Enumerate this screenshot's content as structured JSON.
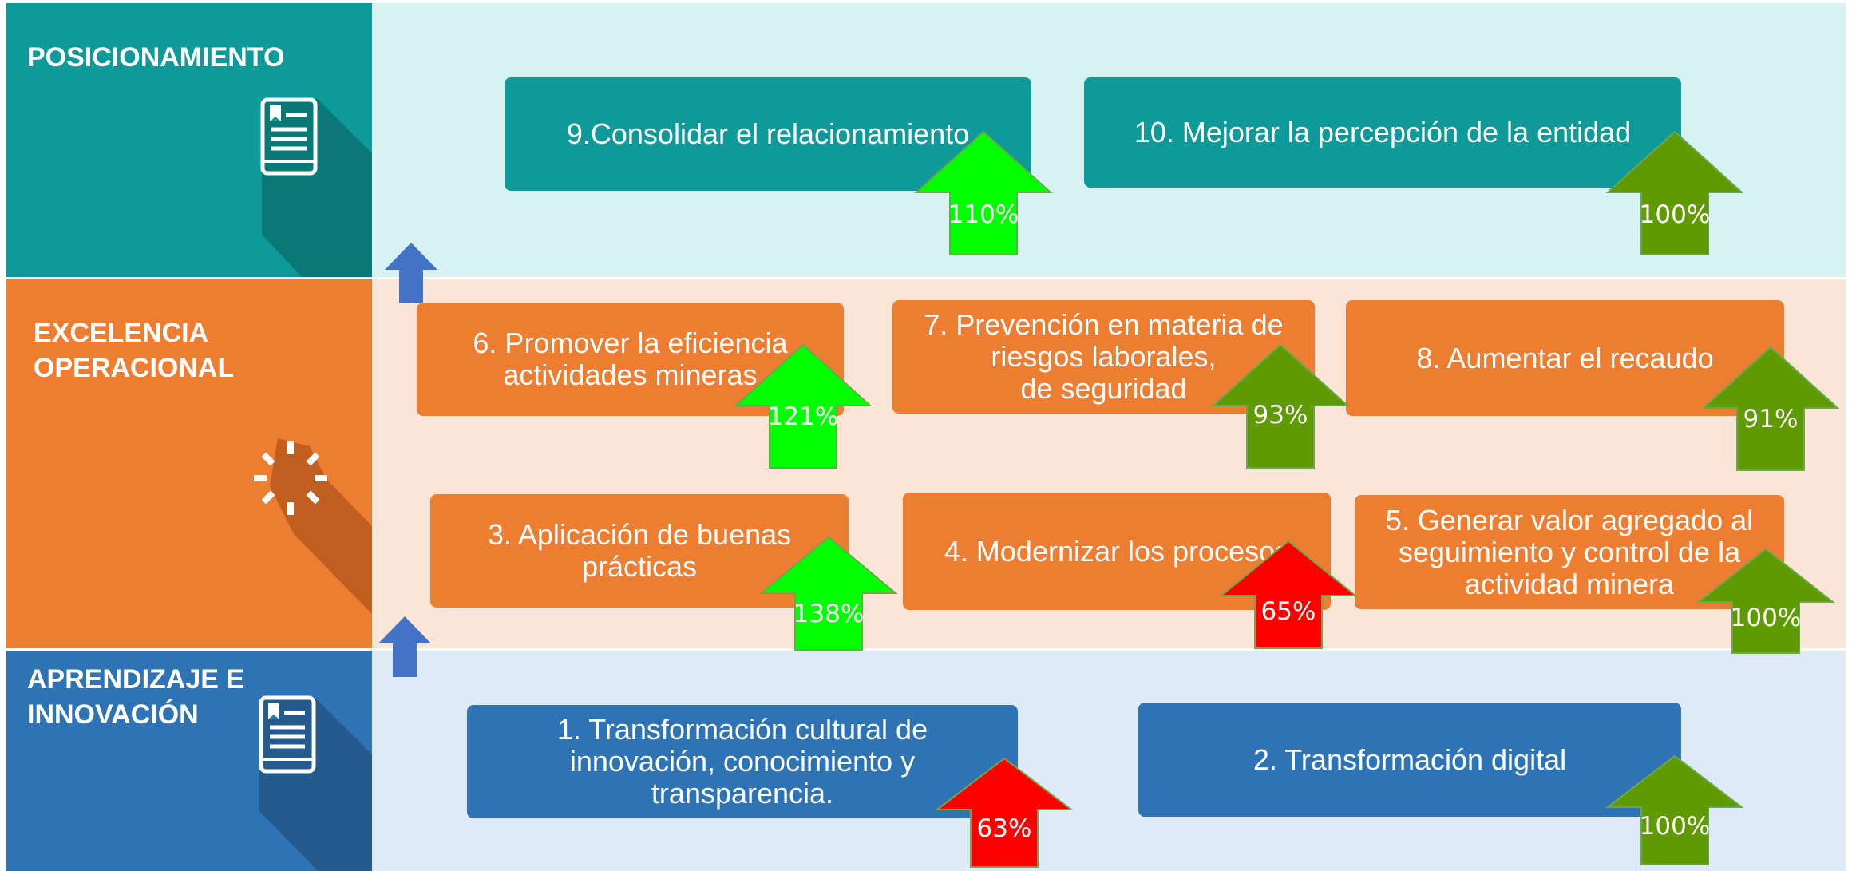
{
  "colors": {
    "teal": "#0e9a99",
    "teal_band": "#d6f2f3",
    "teal_shadow": "#0a7877",
    "orange": "#ed7d31",
    "orange_band": "#fbe5d6",
    "orange_shadow": "#bf5e1f",
    "blue": "#2e74b5",
    "blue_band": "#deeaf6",
    "blue_shadow": "#245a8e",
    "arrow_bright_green": "#00ff00",
    "arrow_dark_green": "#5f9a00",
    "arrow_red": "#ff0000",
    "small_arrow_blue": "#4472c4"
  },
  "perspectives": [
    {
      "title": "POSICIONAMIENTO",
      "icon": "tablet-document-icon",
      "objectives": [
        {
          "label": "9.Consolidar el relacionamiento",
          "percent": "110%",
          "status": "bright-green"
        },
        {
          "label": "10. Mejorar la percepción de la entidad",
          "percent": "100%",
          "status": "dark-green"
        }
      ]
    },
    {
      "title": "EXCELENCIA\nOPERACIONAL",
      "icon": "sun-gear-icon",
      "objectives": [
        {
          "label": "6. Promover la eficiencia\nactividades mineras",
          "percent": "121%",
          "status": "bright-green"
        },
        {
          "label": "7. Prevención en materia de\nriesgos laborales,\nde seguridad",
          "percent": "93%",
          "status": "dark-green"
        },
        {
          "label": "8. Aumentar el recaudo",
          "percent": "91%",
          "status": "dark-green"
        },
        {
          "label": "3. Aplicación de buenas\nprácticas",
          "percent": "138%",
          "status": "bright-green"
        },
        {
          "label": "4. Modernizar los procesos",
          "percent": "65%",
          "status": "red"
        },
        {
          "label": "5. Generar valor agregado al\nseguimiento y control de la\nactividad minera",
          "percent": "100%",
          "status": "dark-green"
        }
      ]
    },
    {
      "title": "APRENDIZAJE E\nINNOVACIÓN",
      "icon": "tablet-document-icon",
      "objectives": [
        {
          "label": "1. Transformación cultural de\ninnovación, conocimiento y\ntransparencia.",
          "percent": "63%",
          "status": "red"
        },
        {
          "label": "2. Transformación digital",
          "percent": "100%",
          "status": "dark-green"
        }
      ]
    }
  ]
}
